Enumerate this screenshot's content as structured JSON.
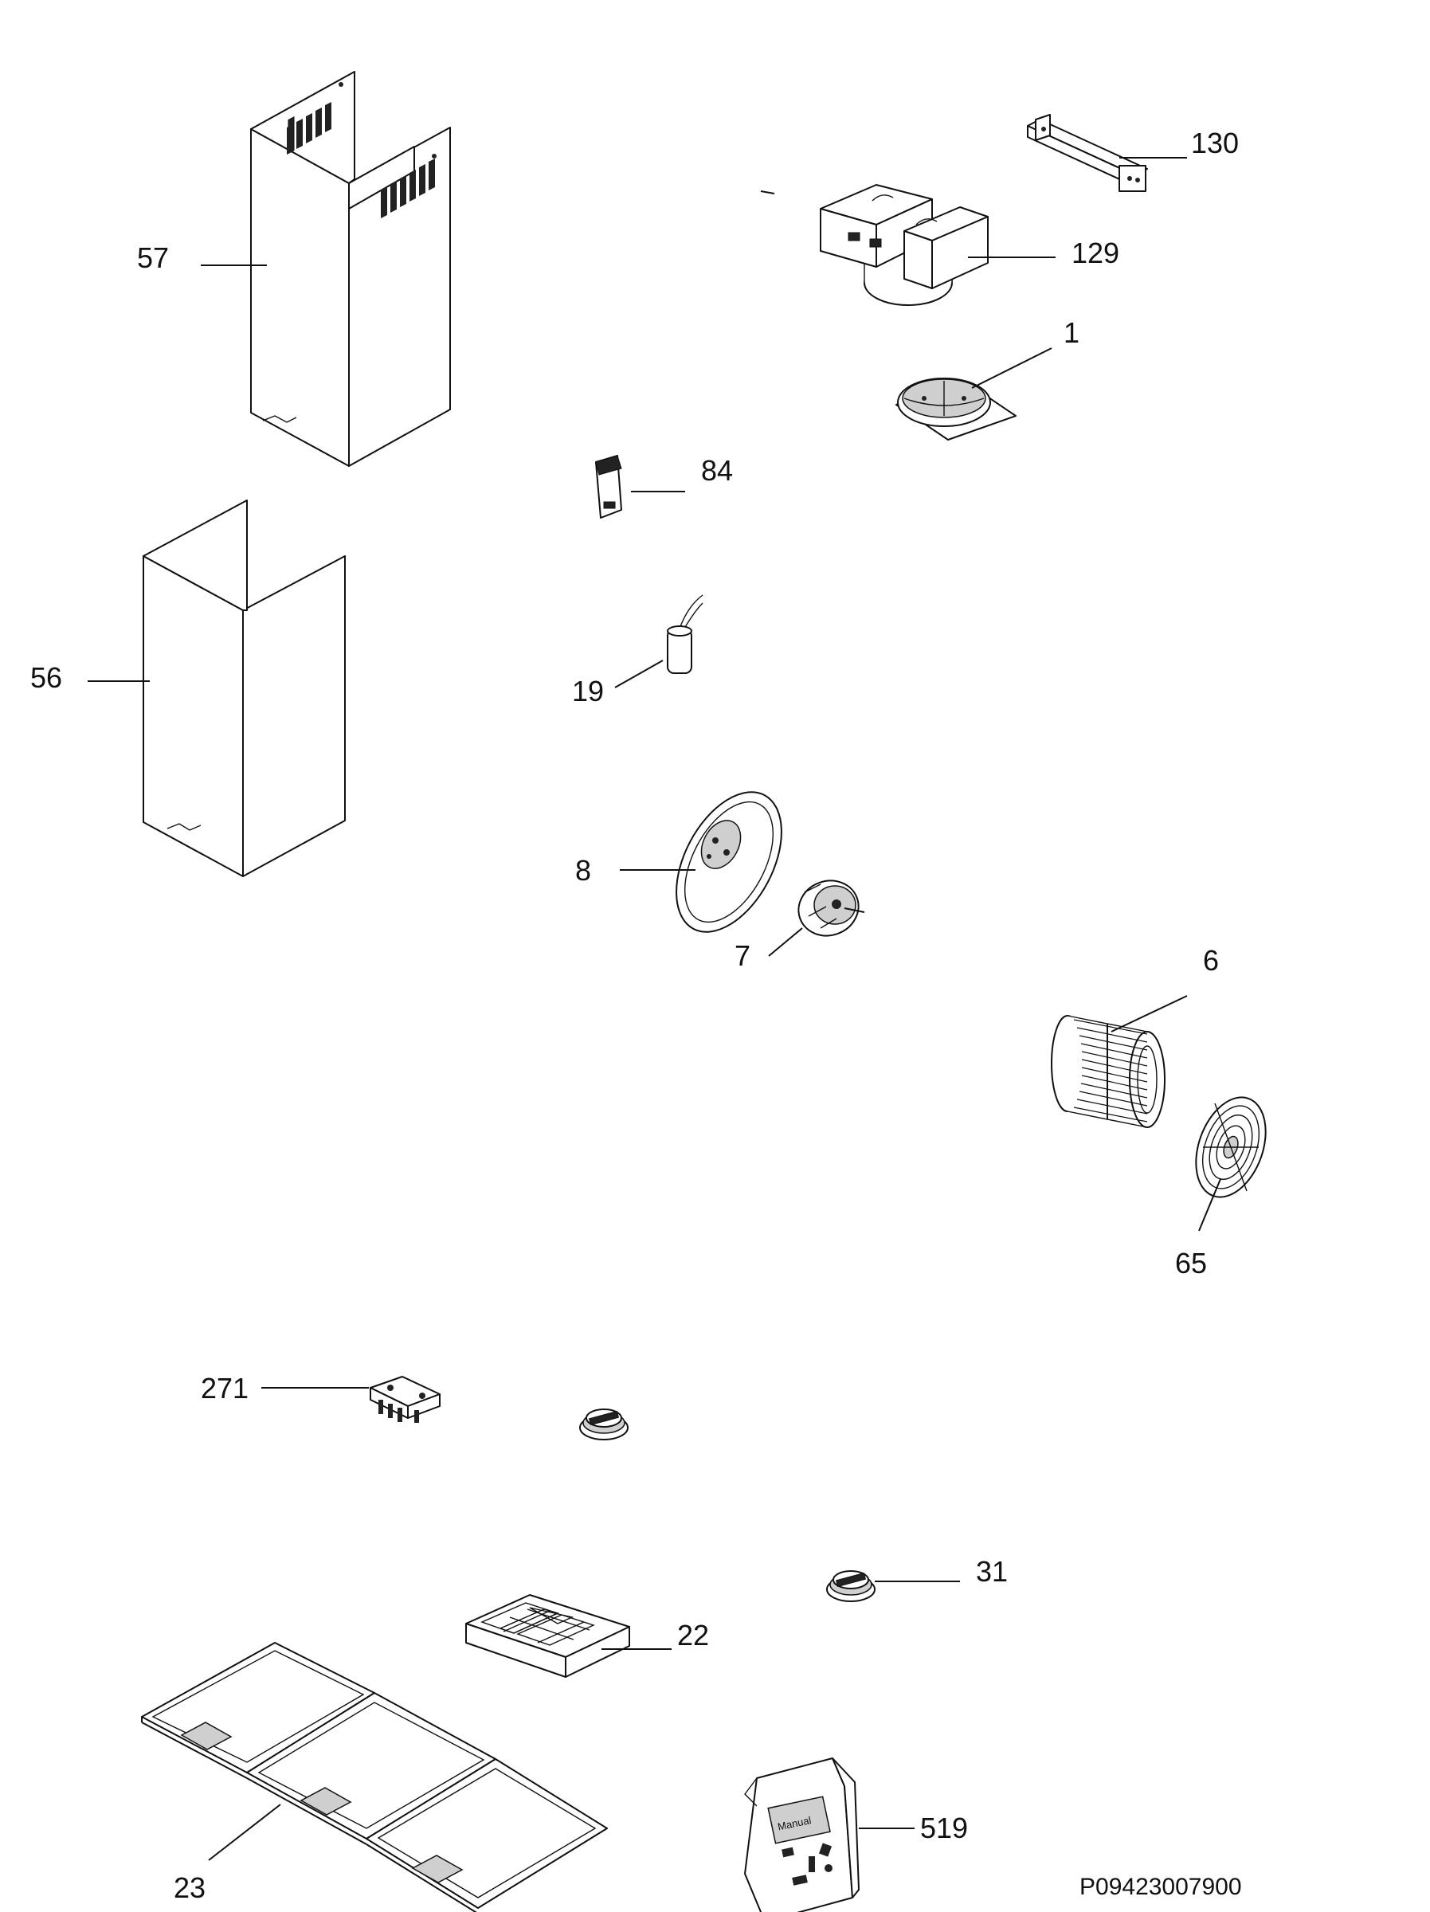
{
  "diagram": {
    "callouts": [
      {
        "id": "57",
        "label": "57"
      },
      {
        "id": "56",
        "label": "56"
      },
      {
        "id": "130",
        "label": "130"
      },
      {
        "id": "129",
        "label": "129"
      },
      {
        "id": "1",
        "label": "1"
      },
      {
        "id": "84",
        "label": "84"
      },
      {
        "id": "19",
        "label": "19"
      },
      {
        "id": "8",
        "label": "8"
      },
      {
        "id": "7",
        "label": "7"
      },
      {
        "id": "6",
        "label": "6"
      },
      {
        "id": "65",
        "label": "65"
      },
      {
        "id": "271",
        "label": "271"
      },
      {
        "id": "31",
        "label": "31"
      },
      {
        "id": "22",
        "label": "22"
      },
      {
        "id": "23",
        "label": "23"
      },
      {
        "id": "519",
        "label": "519"
      }
    ],
    "bag_text": "Manual",
    "drawing_code": "P09423007900"
  },
  "icons": {
    "chimney_upper": "chimney-cover-icon",
    "chimney_lower": "chimney-cover-icon",
    "bracket": "mounting-bracket-icon",
    "diverter": "air-diverter-icon",
    "valve": "check-valve-icon",
    "led": "led-module-icon",
    "capacitor": "capacitor-icon",
    "plate": "motor-plate-icon",
    "motor": "motor-icon",
    "impeller": "fan-impeller-icon",
    "grille": "fan-grille-icon",
    "switch": "switch-board-icon",
    "knob": "knob-icon",
    "carbon": "carbon-filter-icon",
    "grease": "grease-filter-icon",
    "bag": "accessory-bag-icon"
  }
}
